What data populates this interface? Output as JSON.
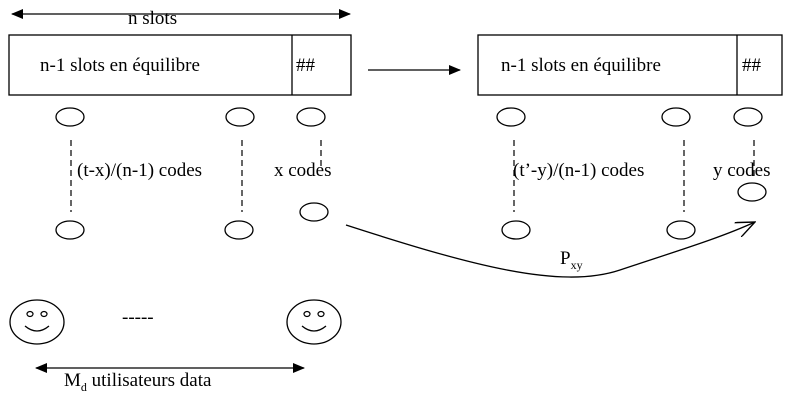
{
  "top": {
    "width_label": "n slots"
  },
  "left_box": {
    "main_label": "n-1 slots en équilibre",
    "small_label": "##"
  },
  "right_box": {
    "main_label": "n-1 slots en équilibre",
    "small_label": "##"
  },
  "left_codes": {
    "group_label": "(t-x)/(n-1) codes",
    "x_label": "x codes"
  },
  "right_codes": {
    "group_label": "(t’-y)/(n-1) codes",
    "y_label": "y codes"
  },
  "transition": {
    "label_base": "P",
    "label_sub": "xy"
  },
  "users": {
    "dashes": "-----",
    "label_base": "M",
    "label_sub": "d",
    "label_rest": " utilisateurs data"
  }
}
